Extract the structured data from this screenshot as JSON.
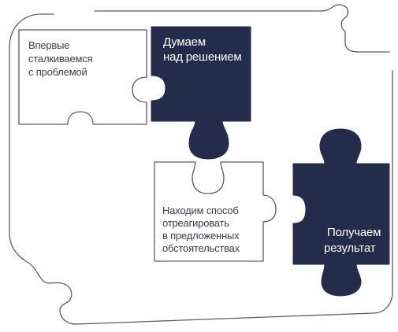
{
  "pieces": [
    {
      "id": "face-problem",
      "style": "outline",
      "lines": [
        "Впервые",
        "сталкиваемся",
        "с проблемой"
      ]
    },
    {
      "id": "think-solution",
      "style": "dark",
      "lines": [
        "Думаем",
        "над решением"
      ]
    },
    {
      "id": "find-way",
      "style": "outline",
      "lines": [
        "Находим способ",
        "отреагировать",
        "в предложенных",
        "обстоятельствах"
      ]
    },
    {
      "id": "get-result",
      "style": "dark",
      "lines": [
        "Получаем",
        "результат"
      ]
    }
  ],
  "colors": {
    "dark_piece": "#232c4a",
    "outline": "#5a5e66",
    "text_dark": "#3b3f48",
    "text_light": "#ffffff"
  }
}
